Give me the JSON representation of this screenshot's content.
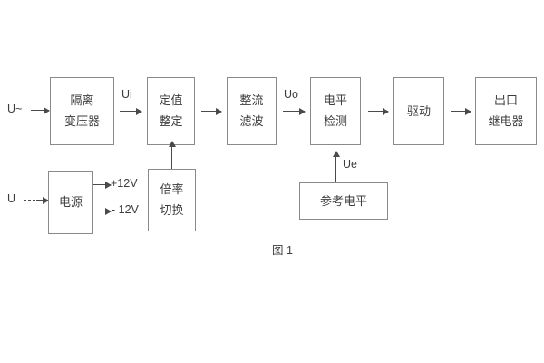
{
  "figure": {
    "caption": "图 1",
    "background_color": "#ffffff",
    "box_border_color": "#8a8a8a",
    "line_color": "#4a4a4a",
    "text_color": "#3c3c3c"
  },
  "blocks": [
    {
      "id": "isolation-transformer",
      "line1": "隔离",
      "line2": "变压器"
    },
    {
      "id": "setting-value",
      "line1": "定值",
      "line2": "整定"
    },
    {
      "id": "rectify-filter",
      "line1": "整流",
      "line2": "滤波"
    },
    {
      "id": "level-detection",
      "line1": "电平",
      "line2": "检测"
    },
    {
      "id": "drive",
      "line1": "驱动",
      "line2": ""
    },
    {
      "id": "output-relay",
      "line1": "出口",
      "line2": "继电器"
    },
    {
      "id": "power-supply",
      "line1": "电源",
      "line2": ""
    },
    {
      "id": "multiplier-switch",
      "line1": "倍率",
      "line2": "切换"
    },
    {
      "id": "reference-level",
      "line1": "参考电平",
      "line2": ""
    }
  ],
  "signals": {
    "input_ac": "U~",
    "input_dc": "U",
    "ui": "Ui",
    "uo": "Uo",
    "ue": "Ue",
    "rail_positive": "+12V",
    "rail_negative": "- 12V"
  }
}
